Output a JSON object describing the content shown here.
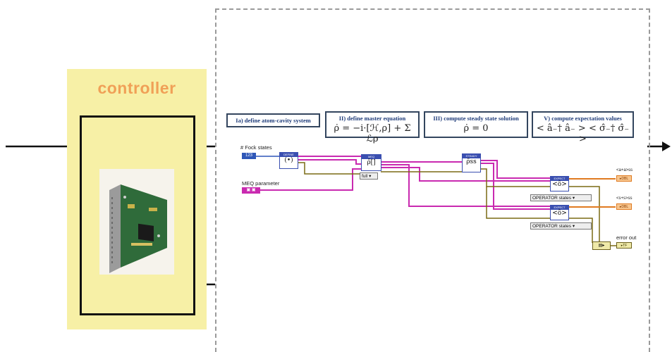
{
  "controller": {
    "title": "controller"
  },
  "steps": [
    {
      "title": "Ia) define atom-cavity system",
      "equation": ""
    },
    {
      "title": "II) define master equation",
      "equation": "ρ̇ = −i·[ℋ,ρ] + Σ ℒρ"
    },
    {
      "title": "III) compute steady state solution",
      "equation": "ρ̇ = 0"
    },
    {
      "title": "V) compute expectation values",
      "equation": "< â₋† â₋ >   < σ̂₋† σ̂₋ >"
    }
  ],
  "inputs": {
    "fock_label": "# Fock states",
    "fock_value": "123",
    "meq_label": "MEQ parameter"
  },
  "nodes": {
    "define_head": "DEFINE",
    "define_glyph": "(•)",
    "meq_head": "MEQ",
    "meq_glyph": "ρ̂[]",
    "meq_mode": "full",
    "steady_head": "STEADY",
    "steady_glyph": "ρ̂ss",
    "expect_head": "EXPECT",
    "expect_glyph": "<ô>"
  },
  "dropdowns": {
    "operator_1": "OPERATOR states",
    "operator_2": "OPERATOR states"
  },
  "outputs": {
    "out1_label": "<a+a>ss",
    "out2_label": "<s+s>ss",
    "error_label": "error out"
  },
  "colors": {
    "controller_bg": "#f7f0a6",
    "title": "#f0a057",
    "wire_pink": "#c92ab0",
    "wire_olive": "#7a6a14",
    "wire_orange": "#e07a20",
    "wire_blue": "#2f57b8"
  }
}
